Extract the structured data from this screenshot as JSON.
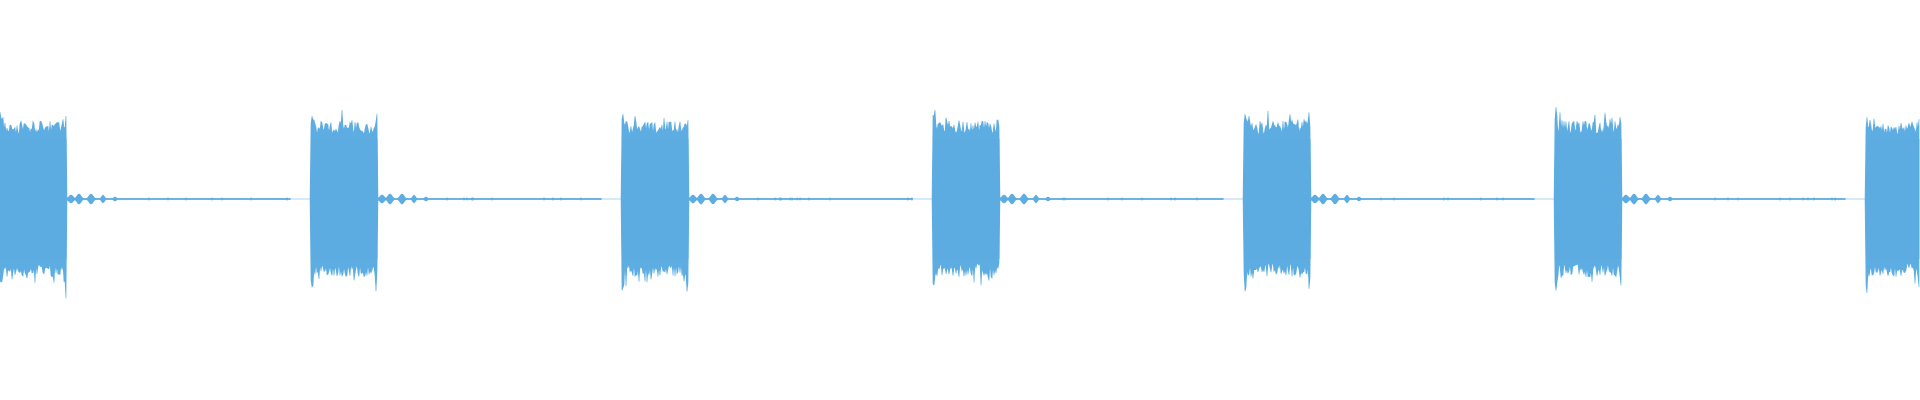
{
  "waveform": {
    "color": "#5dade2",
    "background": "#ffffff",
    "bursts": [
      {
        "start": 0.0,
        "end": 0.035
      },
      {
        "start": 0.162,
        "end": 0.197
      },
      {
        "start": 0.324,
        "end": 0.359
      },
      {
        "start": 0.486,
        "end": 0.521
      },
      {
        "start": 0.648,
        "end": 0.683
      },
      {
        "start": 0.81,
        "end": 0.845
      },
      {
        "start": 0.972,
        "end": 1.0
      }
    ]
  }
}
